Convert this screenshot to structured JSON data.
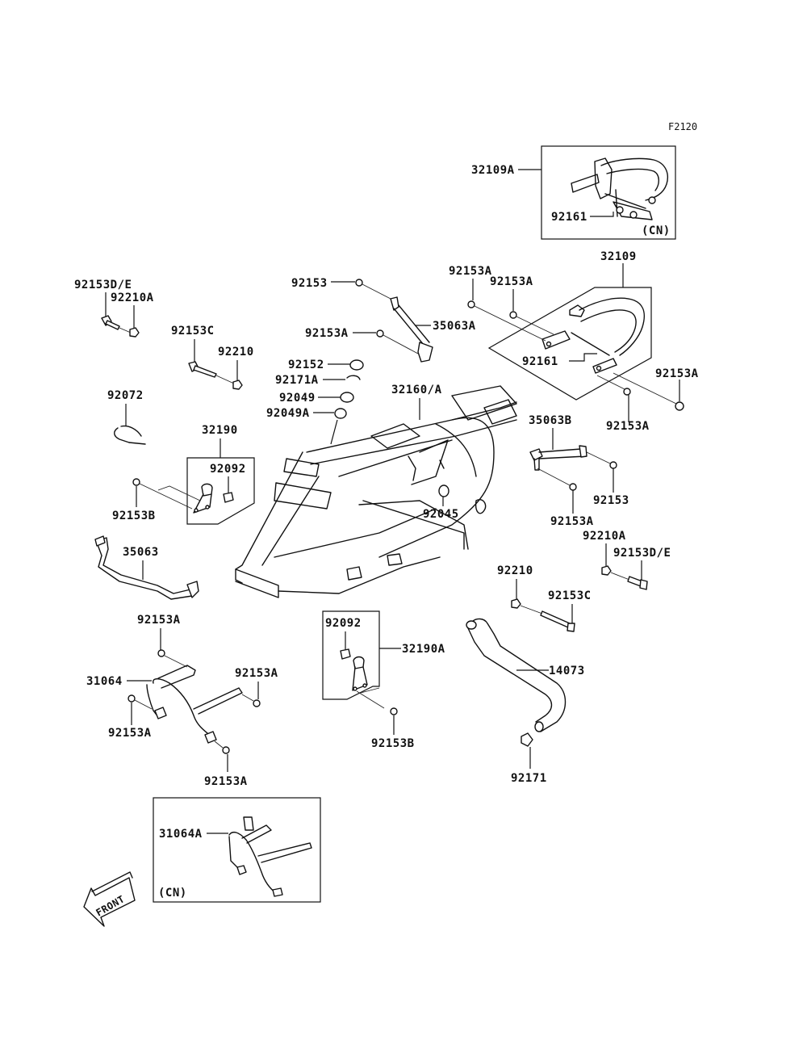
{
  "diagram": {
    "code": "F2120",
    "inset_cn_label": "(CN)",
    "front_label": "FRONT",
    "labels": {
      "p32109A": "32109A",
      "p92161_inset": "92161",
      "p32109": "32109",
      "p92153DE_l": "92153D/E",
      "p92210A_l": "92210A",
      "p92153": "92153",
      "p92153A_a": "92153A",
      "p92153A_b": "92153A",
      "p35063A": "35063A",
      "p92153A_c": "92153A",
      "p92153C_l": "92153C",
      "p92210_l": "92210",
      "p92152": "92152",
      "p92171A": "92171A",
      "p92049": "92049",
      "p92049A": "92049A",
      "p32160A": "32160/A",
      "p92161": "92161",
      "p92153A_d": "92153A",
      "p92153A_e": "92153A",
      "p92072": "92072",
      "p32190": "32190",
      "p92092_l": "92092",
      "p92153B_l": "92153B",
      "p35063B": "35063B",
      "p92153_r": "92153",
      "p92153A_f": "92153A",
      "p92045": "92045",
      "p92210A_r": "92210A",
      "p92153DE_r": "92153D/E",
      "p35063": "35063",
      "p92210_r": "92210",
      "p92153C_r": "92153C",
      "p92092_r": "92092",
      "p32190A": "32190A",
      "p14073": "14073",
      "p92153A_g": "92153A",
      "p31064": "31064",
      "p92153A_h": "92153A",
      "p92153A_i": "92153A",
      "p92153A_j": "92153A",
      "p92153B_r": "92153B",
      "p92171": "92171",
      "p31064A": "31064A"
    }
  }
}
